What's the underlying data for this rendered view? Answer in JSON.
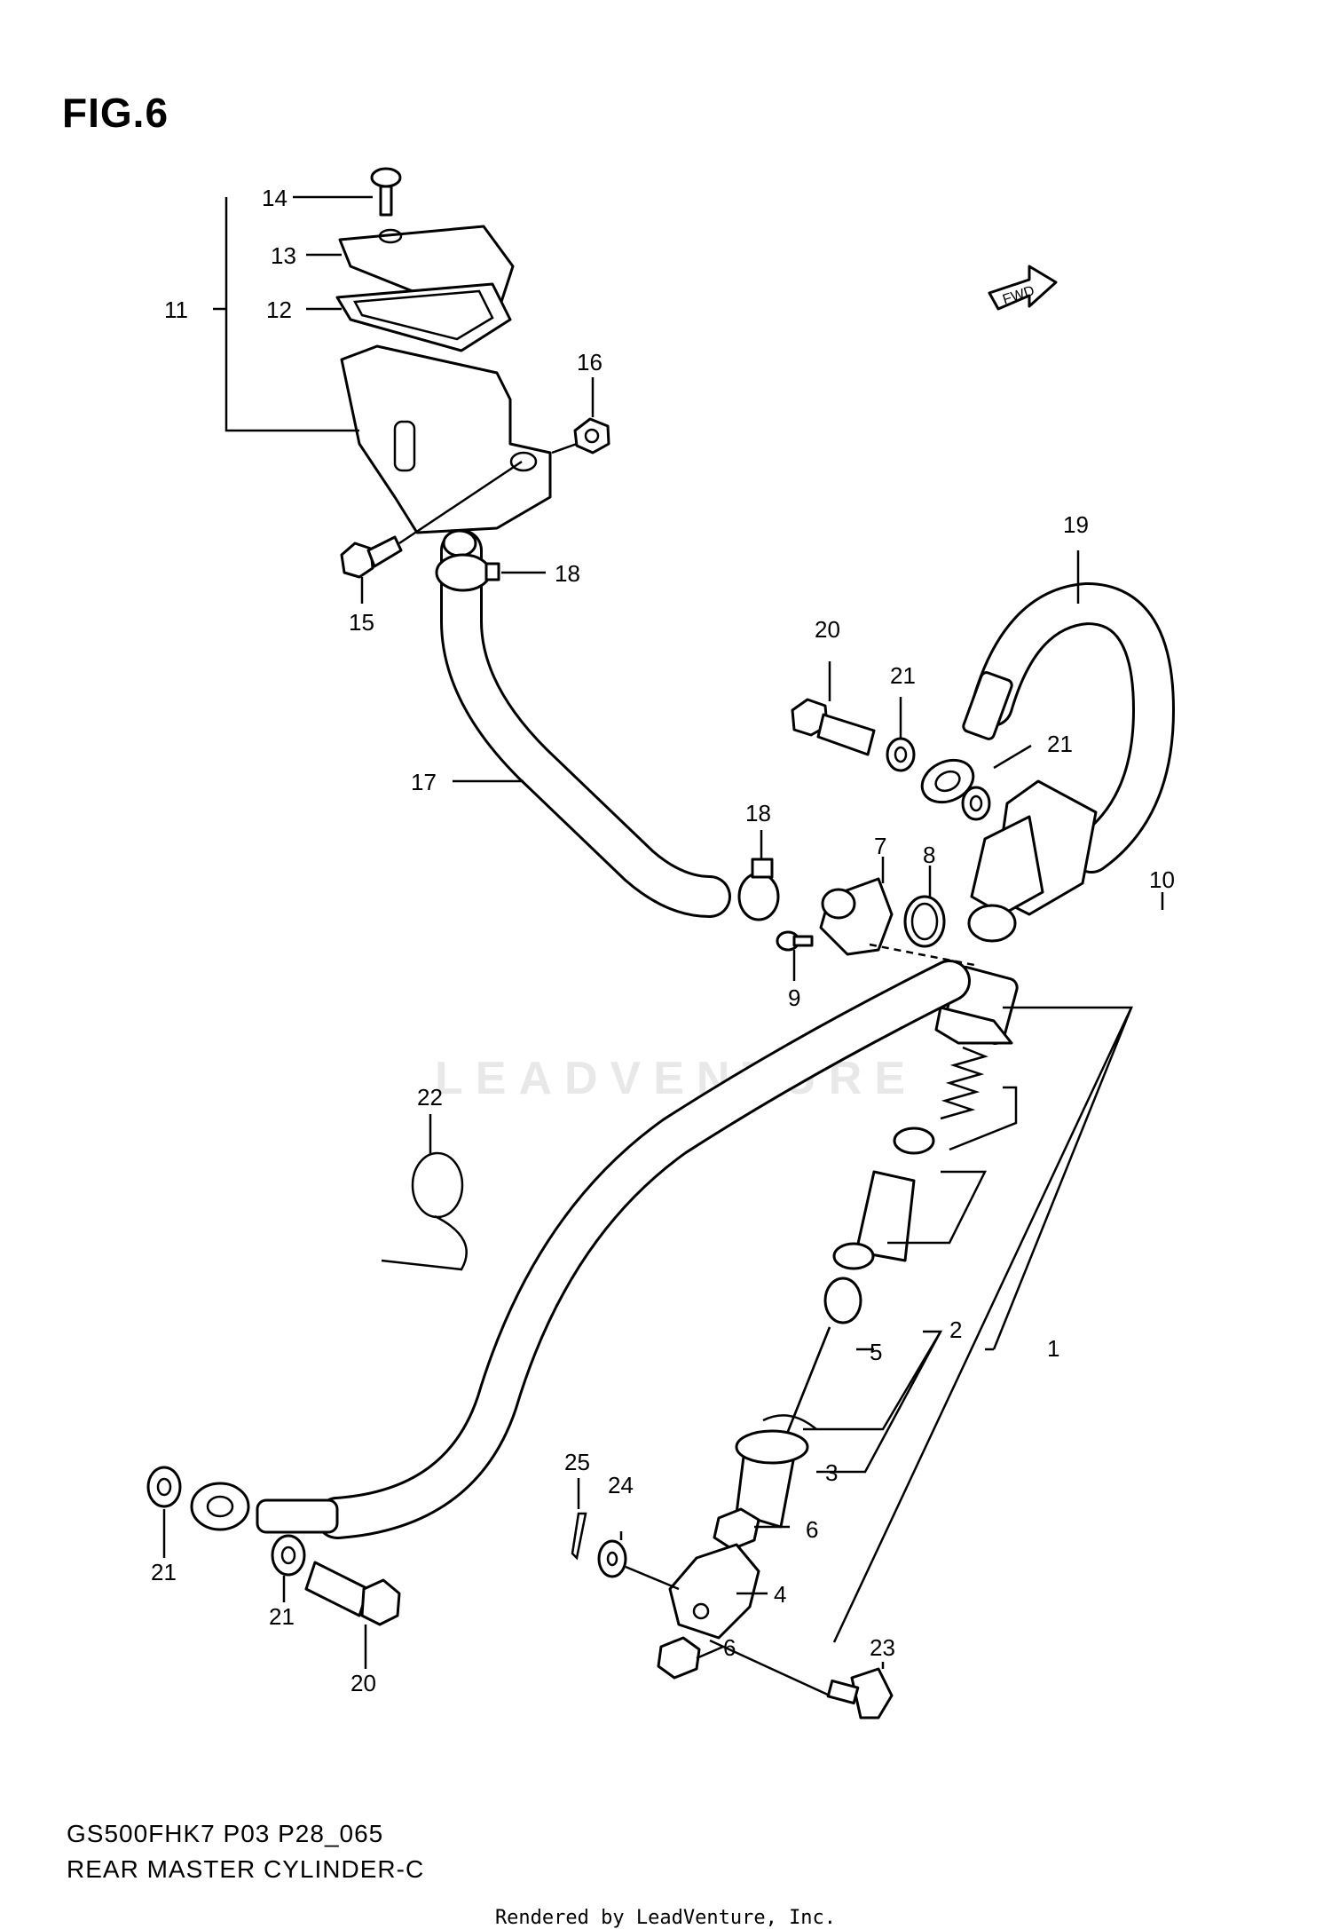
{
  "figure": {
    "title": "FIG.6",
    "model_code": "GS500FHK7 P03 P28_065",
    "caption": "REAR MASTER CYLINDER-C"
  },
  "rendered_by": "Rendered by LeadVenture, Inc.",
  "watermark": "LEADVENTURE",
  "fwd_label": "FWD",
  "callouts": {
    "c1": "1",
    "c2": "2",
    "c3": "3",
    "c4": "4",
    "c5": "5",
    "c6a": "6",
    "c6b": "6",
    "c7": "7",
    "c8": "8",
    "c9": "9",
    "c10": "10",
    "c11": "11",
    "c12": "12",
    "c13": "13",
    "c14": "14",
    "c15": "15",
    "c16": "16",
    "c17": "17",
    "c18a": "18",
    "c18b": "18",
    "c19": "19",
    "c20a": "20",
    "c20b": "20",
    "c21a": "21",
    "c21b": "21",
    "c21c": "21",
    "c21d": "21",
    "c22": "22",
    "c23": "23",
    "c24": "24",
    "c25": "25"
  }
}
